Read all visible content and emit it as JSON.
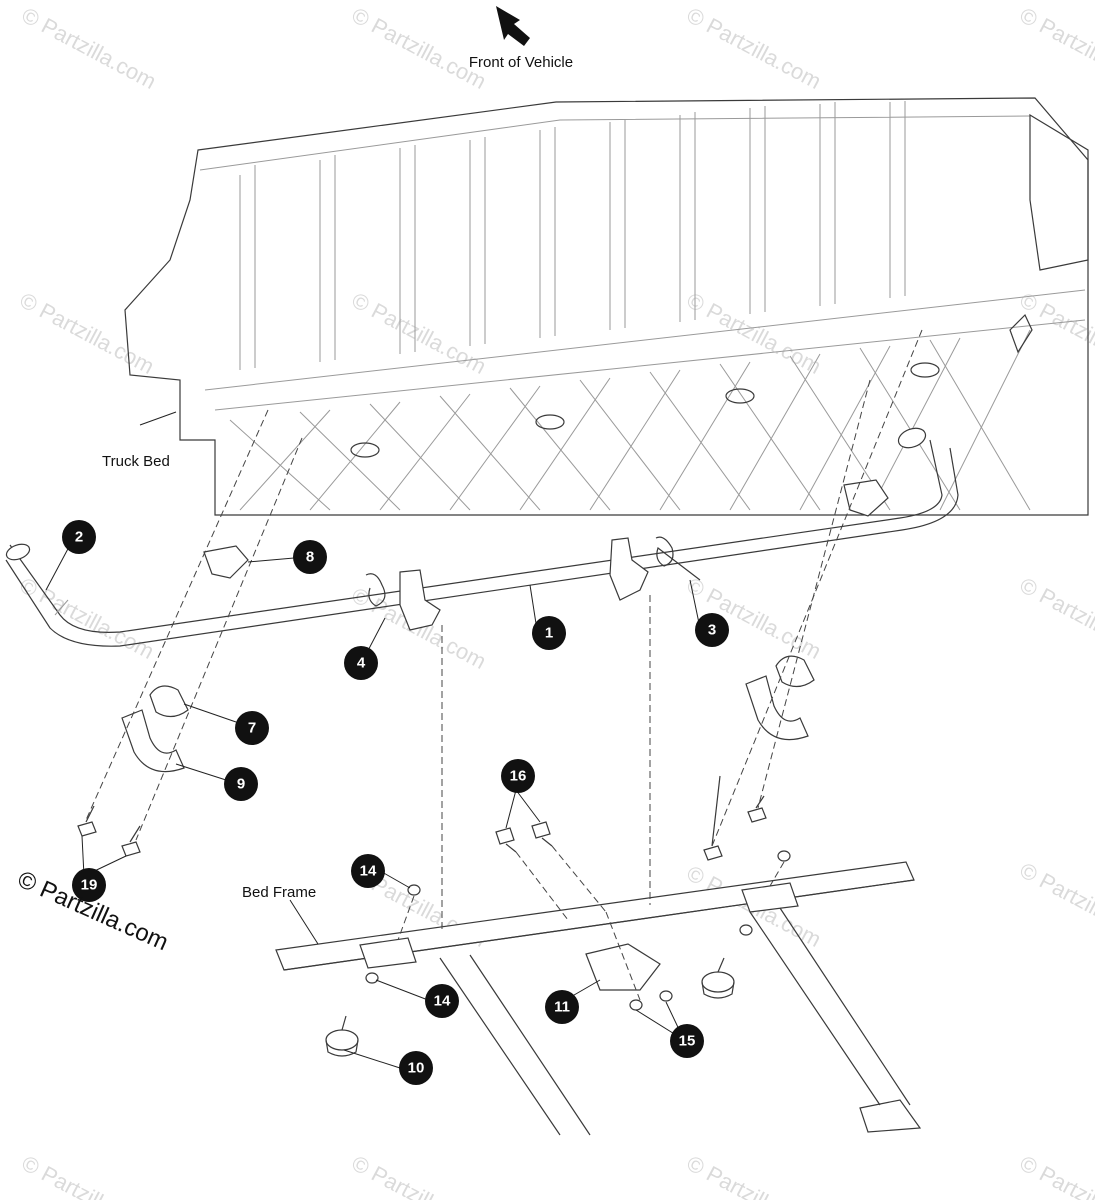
{
  "labels": {
    "front": "Front of Vehicle",
    "truck_bed": "Truck Bed",
    "bed_frame": "Bed Frame",
    "copyright": "© Partzilla.com",
    "watermark": "© Partzilla.com"
  },
  "callouts": [
    "1",
    "2",
    "3",
    "4",
    "7",
    "8",
    "9",
    "10",
    "11",
    "14",
    "14",
    "15",
    "16",
    "19"
  ],
  "colors": {
    "ink": "#111111",
    "line": "#3a3a3a",
    "watermark": "#bdbdbd"
  }
}
